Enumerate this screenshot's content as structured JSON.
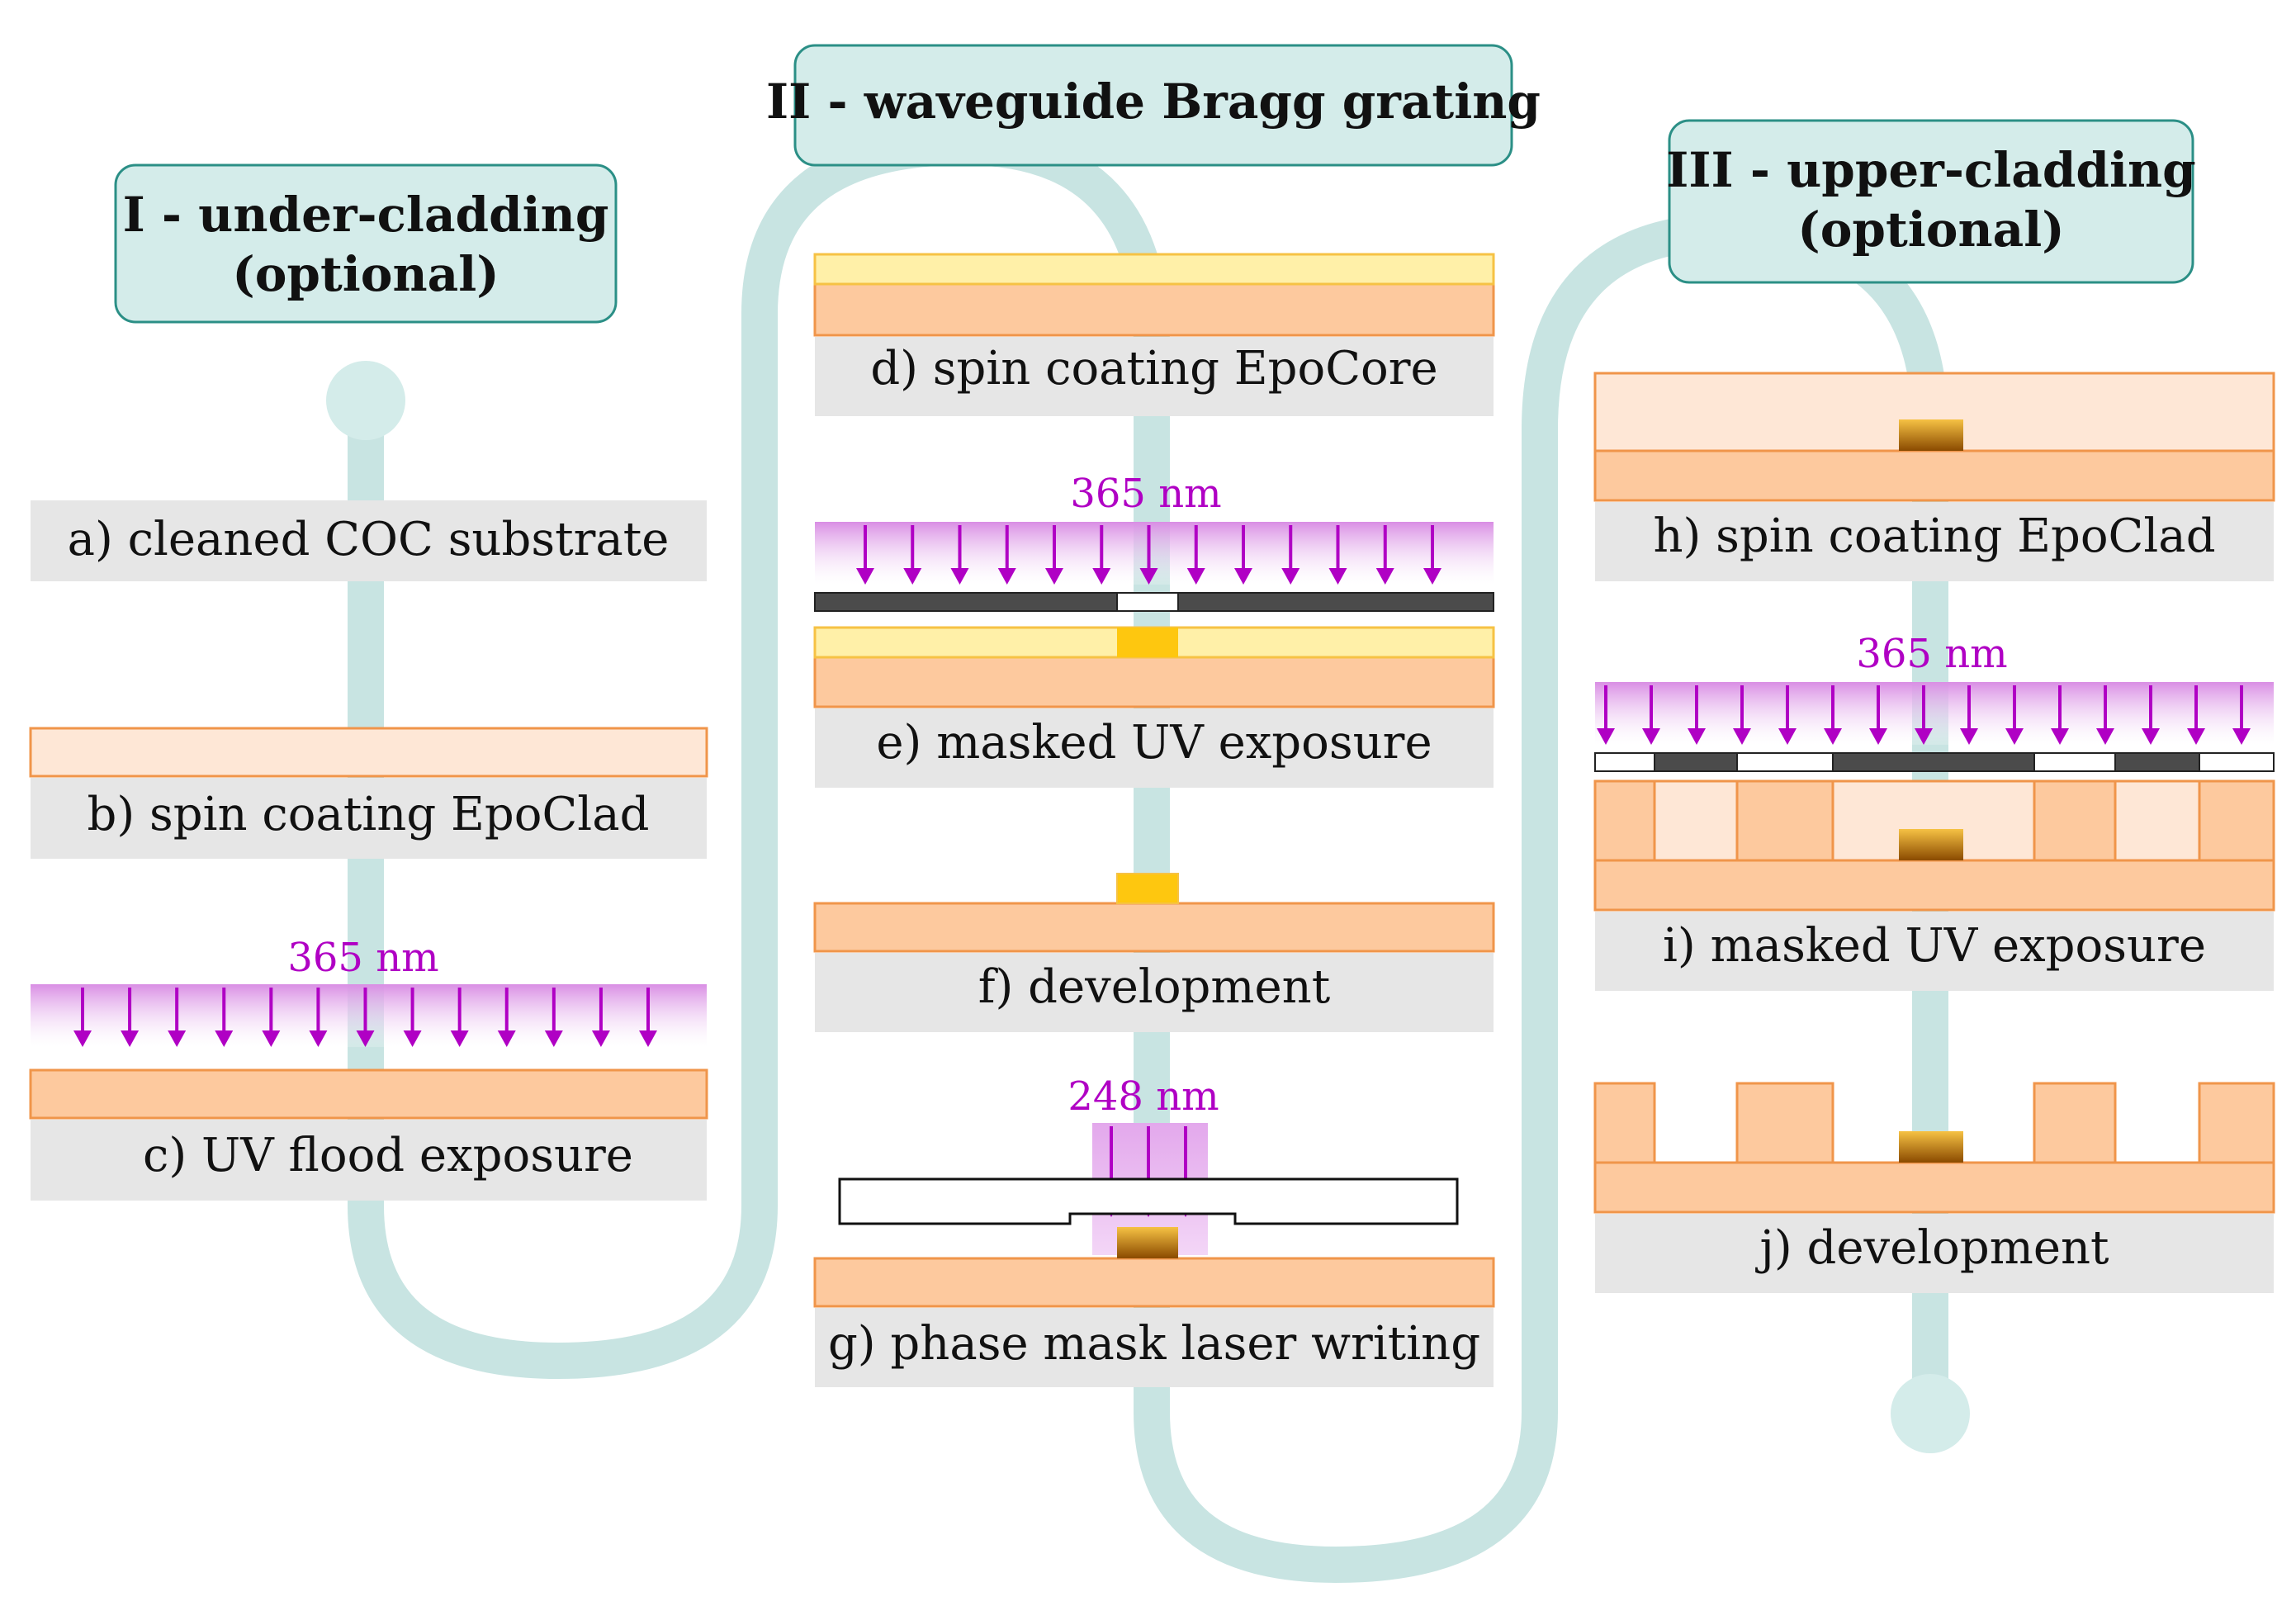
{
  "colors": {
    "path": "#c8e4e2",
    "header_fill": "#d4ecea",
    "header_stroke": "#2b8f86",
    "caption_bg": "#e6e6e6",
    "clad": "#fdc99e",
    "clad_stroke": "#f0954a",
    "clad_light": "#fee7d6",
    "core": "#fff0a8",
    "core_stroke": "#f6c244",
    "core_dense": "#fec70f",
    "grating_dark": "#a35600",
    "uv": "#b000c4",
    "mask_dark": "#4b4b4b"
  },
  "phases": {
    "phase1": {
      "title_line1": "I - under-cladding",
      "title_line2": "(optional)"
    },
    "phase2": {
      "title": "II - waveguide Bragg grating"
    },
    "phase3": {
      "title_line1": "III - upper-cladding",
      "title_line2": "(optional)"
    }
  },
  "steps": {
    "a": "a) cleaned COC substrate",
    "b": "b) spin coating EpoClad",
    "c": "c) UV flood exposure",
    "d": "d) spin coating EpoCore",
    "e": "e) masked UV exposure",
    "f": "f) development",
    "g": "g) phase mask laser writing",
    "h": "h) spin coating EpoClad",
    "i": "i) masked UV exposure",
    "j": "j) development"
  },
  "wavelengths": {
    "c": "365 nm",
    "e": "365 nm",
    "g": "248 nm",
    "i": "365 nm"
  },
  "icons": [
    "uv-arrow-icon",
    "start-dot-icon",
    "end-dot-icon"
  ]
}
